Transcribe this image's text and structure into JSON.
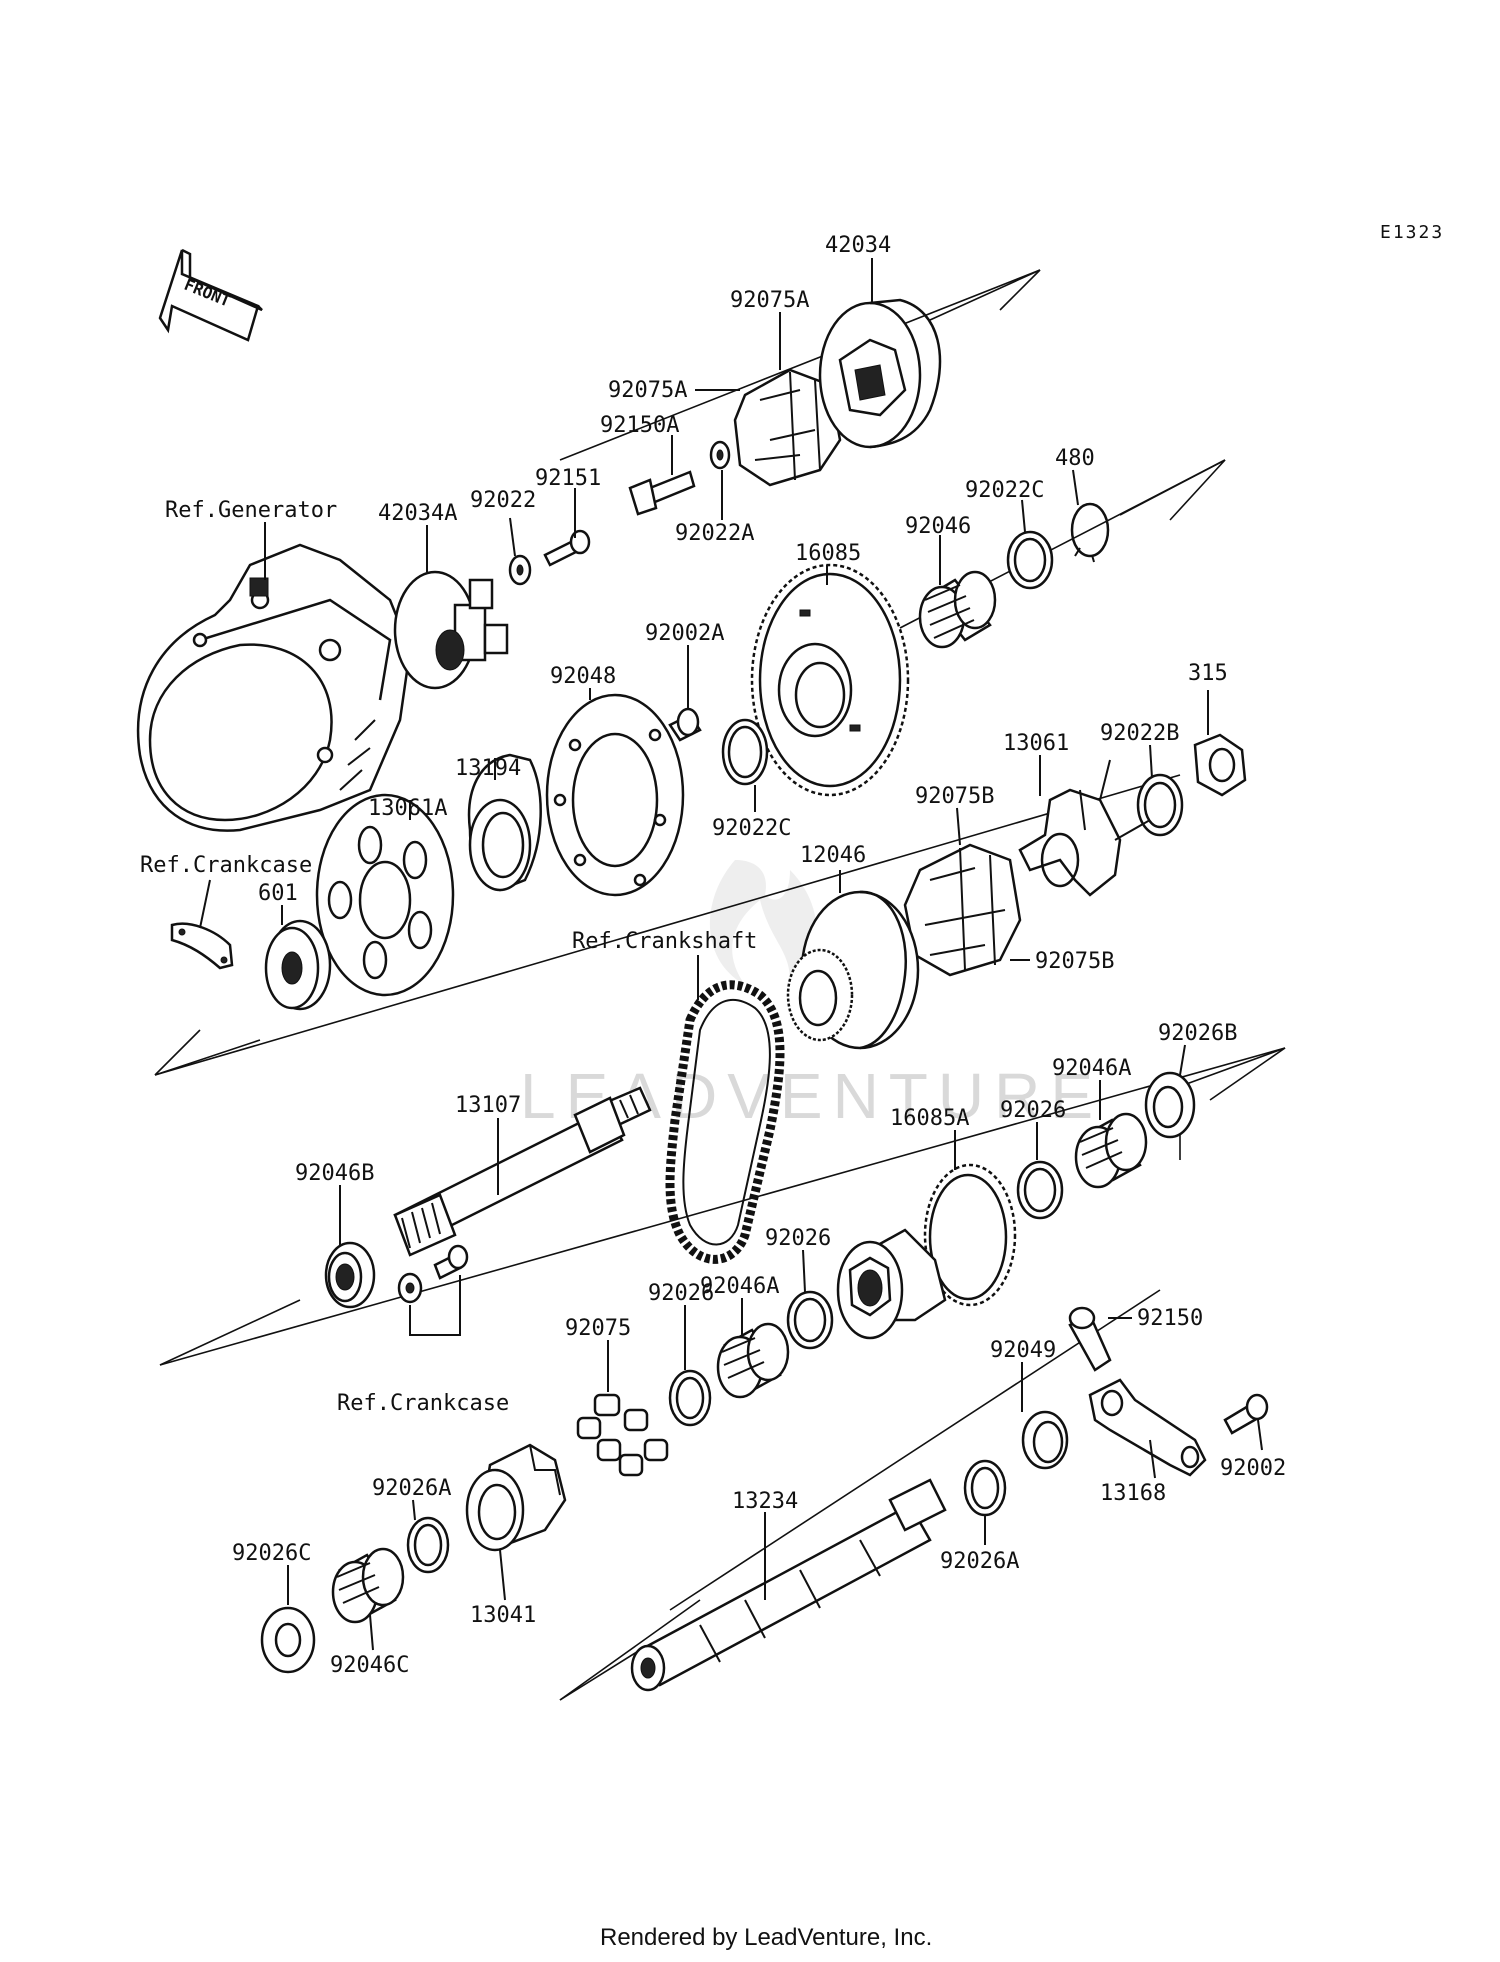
{
  "diagram_code": "E1323",
  "front_label": "FRONT",
  "footer": "Rendered by LeadVenture, Inc.",
  "watermark": "LEADVENTURE",
  "refs": {
    "generator": "Ref.Generator",
    "crankcase_top": "Ref.Crankcase",
    "crankshaft": "Ref.Crankshaft",
    "crankcase_bottom": "Ref.Crankcase"
  },
  "parts": {
    "p42034": "42034",
    "p92075A_1": "92075A",
    "p92075A_2": "92075A",
    "p92150A": "92150A",
    "p92022A": "92022A",
    "p92151": "92151",
    "p92022": "92022",
    "p42034A": "42034A",
    "p480": "480",
    "p92022C_1": "92022C",
    "p92046": "92046",
    "p16085": "16085",
    "p92002A": "92002A",
    "p92048": "92048",
    "p13194": "13194",
    "p13061A": "13061A",
    "p92022C_2": "92022C",
    "p315": "315",
    "p92022B": "92022B",
    "p13061": "13061",
    "p92075B_1": "92075B",
    "p92075B_2": "92075B",
    "p12046": "12046",
    "p601": "601",
    "p92026B": "92026B",
    "p92046A_1": "92046A",
    "p92026_1": "92026",
    "p16085A": "16085A",
    "p13107": "13107",
    "p92046B": "92046B",
    "p92026_2": "92026",
    "p92046A_2": "92046A",
    "p92075": "92075",
    "p92026_3": "92026",
    "p92150": "92150",
    "p92049": "92049",
    "p13168": "13168",
    "p92002": "92002",
    "p92026A_1": "92026A",
    "p92026C": "92026C",
    "p13041": "13041",
    "p92046C": "92046C",
    "p13234": "13234",
    "p92026A_2": "92026A"
  }
}
